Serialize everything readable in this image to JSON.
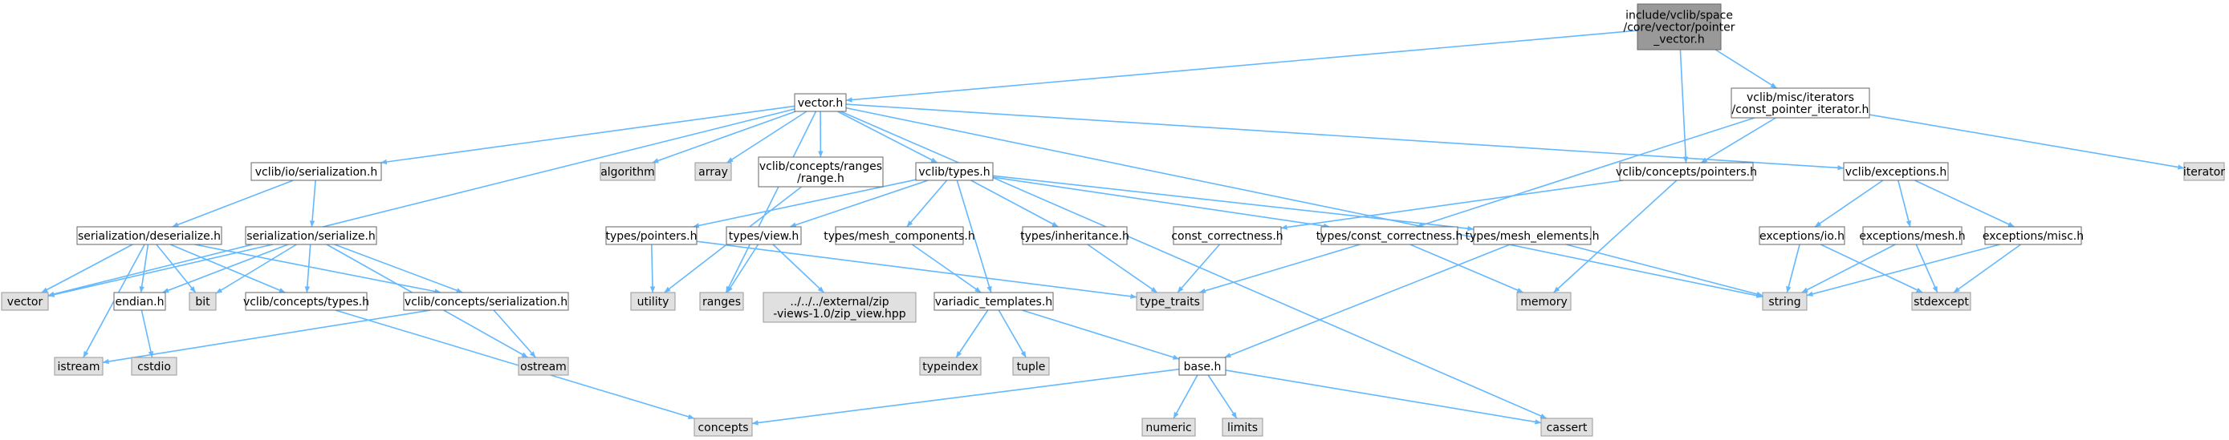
{
  "graph": {
    "colors": {
      "edge": "#63b8ff",
      "node_border": "#666666",
      "node_fill": "#ffffff",
      "root_fill": "#999999",
      "system_fill": "#e0e0e0",
      "system_border": "#999999"
    },
    "nodes": [
      {
        "id": "root",
        "kind": "root",
        "lines": [
          "include/vclib/space",
          "/core/vector/pointer",
          "_vector.h"
        ]
      },
      {
        "id": "vector_h",
        "kind": "file",
        "lines": [
          "vector.h"
        ]
      },
      {
        "id": "const_ptr_iter",
        "kind": "file",
        "lines": [
          "vclib/misc/iterators",
          "/const_pointer_iterator.h"
        ]
      },
      {
        "id": "iterator",
        "kind": "system",
        "lines": [
          "iterator"
        ]
      },
      {
        "id": "io_serialization",
        "kind": "file",
        "lines": [
          "vclib/io/serialization.h"
        ]
      },
      {
        "id": "algorithm",
        "kind": "system",
        "lines": [
          "algorithm"
        ]
      },
      {
        "id": "array",
        "kind": "system",
        "lines": [
          "array"
        ]
      },
      {
        "id": "concepts_ranges_range",
        "kind": "file",
        "lines": [
          "vclib/concepts/ranges",
          "/range.h"
        ]
      },
      {
        "id": "vclib_types",
        "kind": "file",
        "lines": [
          "vclib/types.h"
        ]
      },
      {
        "id": "concepts_pointers",
        "kind": "file",
        "lines": [
          "vclib/concepts/pointers.h"
        ]
      },
      {
        "id": "vclib_exceptions",
        "kind": "file",
        "lines": [
          "vclib/exceptions.h"
        ]
      },
      {
        "id": "ser_deserialize",
        "kind": "file",
        "lines": [
          "serialization/deserialize.h"
        ]
      },
      {
        "id": "ser_serialize",
        "kind": "file",
        "lines": [
          "serialization/serialize.h"
        ]
      },
      {
        "id": "types_pointers",
        "kind": "file",
        "lines": [
          "types/pointers.h"
        ]
      },
      {
        "id": "types_view",
        "kind": "file",
        "lines": [
          "types/view.h"
        ]
      },
      {
        "id": "types_mesh_components",
        "kind": "file",
        "lines": [
          "types/mesh_components.h"
        ]
      },
      {
        "id": "types_inheritance",
        "kind": "file",
        "lines": [
          "types/inheritance.h"
        ]
      },
      {
        "id": "const_correctness",
        "kind": "file",
        "lines": [
          "const_correctness.h"
        ]
      },
      {
        "id": "types_const_correctness",
        "kind": "file",
        "lines": [
          "types/const_correctness.h"
        ]
      },
      {
        "id": "types_mesh_elements",
        "kind": "file",
        "lines": [
          "types/mesh_elements.h"
        ]
      },
      {
        "id": "exceptions_io",
        "kind": "file",
        "lines": [
          "exceptions/io.h"
        ]
      },
      {
        "id": "exceptions_mesh",
        "kind": "file",
        "lines": [
          "exceptions/mesh.h"
        ]
      },
      {
        "id": "exceptions_misc",
        "kind": "file",
        "lines": [
          "exceptions/misc.h"
        ]
      },
      {
        "id": "vector",
        "kind": "system",
        "lines": [
          "vector"
        ]
      },
      {
        "id": "endian_h",
        "kind": "file",
        "lines": [
          "endian.h"
        ]
      },
      {
        "id": "bit",
        "kind": "system",
        "lines": [
          "bit"
        ]
      },
      {
        "id": "concepts_types",
        "kind": "file",
        "lines": [
          "vclib/concepts/types.h"
        ]
      },
      {
        "id": "concepts_serialization",
        "kind": "file",
        "lines": [
          "vclib/concepts/serialization.h"
        ]
      },
      {
        "id": "utility",
        "kind": "system",
        "lines": [
          "utility"
        ]
      },
      {
        "id": "ranges",
        "kind": "system",
        "lines": [
          "ranges"
        ]
      },
      {
        "id": "zip_view",
        "kind": "system",
        "lines": [
          "../../../external/zip",
          "-views-1.0/zip_view.hpp"
        ]
      },
      {
        "id": "variadic_templates",
        "kind": "file",
        "lines": [
          "variadic_templates.h"
        ]
      },
      {
        "id": "type_traits",
        "kind": "system",
        "lines": [
          "type_traits"
        ]
      },
      {
        "id": "memory",
        "kind": "system",
        "lines": [
          "memory"
        ]
      },
      {
        "id": "string",
        "kind": "system",
        "lines": [
          "string"
        ]
      },
      {
        "id": "stdexcept",
        "kind": "system",
        "lines": [
          "stdexcept"
        ]
      },
      {
        "id": "istream",
        "kind": "system",
        "lines": [
          "istream"
        ]
      },
      {
        "id": "cstdio",
        "kind": "system",
        "lines": [
          "cstdio"
        ]
      },
      {
        "id": "ostream",
        "kind": "system",
        "lines": [
          "ostream"
        ]
      },
      {
        "id": "typeindex",
        "kind": "system",
        "lines": [
          "typeindex"
        ]
      },
      {
        "id": "tuple",
        "kind": "system",
        "lines": [
          "tuple"
        ]
      },
      {
        "id": "base_h",
        "kind": "file",
        "lines": [
          "base.h"
        ]
      },
      {
        "id": "concepts",
        "kind": "system",
        "lines": [
          "concepts"
        ]
      },
      {
        "id": "numeric",
        "kind": "system",
        "lines": [
          "numeric"
        ]
      },
      {
        "id": "limits",
        "kind": "system",
        "lines": [
          "limits"
        ]
      },
      {
        "id": "cassert",
        "kind": "system",
        "lines": [
          "cassert"
        ]
      }
    ],
    "edges": [
      [
        "root",
        "vector_h"
      ],
      [
        "root",
        "concepts_pointers"
      ],
      [
        "root",
        "const_ptr_iter"
      ],
      [
        "const_ptr_iter",
        "concepts_pointers"
      ],
      [
        "const_ptr_iter",
        "types_const_correctness"
      ],
      [
        "const_ptr_iter",
        "iterator"
      ],
      [
        "vector_h",
        "vector"
      ],
      [
        "vector_h",
        "io_serialization"
      ],
      [
        "vector_h",
        "ranges"
      ],
      [
        "vector_h",
        "algorithm"
      ],
      [
        "vector_h",
        "array"
      ],
      [
        "vector_h",
        "concepts_ranges_range"
      ],
      [
        "vector_h",
        "vclib_types"
      ],
      [
        "vector_h",
        "string"
      ],
      [
        "vector_h",
        "vclib_exceptions"
      ],
      [
        "vector_h",
        "cassert"
      ],
      [
        "io_serialization",
        "ser_deserialize"
      ],
      [
        "io_serialization",
        "ser_serialize"
      ],
      [
        "concepts_ranges_range",
        "utility"
      ],
      [
        "vclib_types",
        "types_pointers"
      ],
      [
        "vclib_types",
        "types_view"
      ],
      [
        "vclib_types",
        "types_mesh_components"
      ],
      [
        "vclib_types",
        "variadic_templates"
      ],
      [
        "vclib_types",
        "types_inheritance"
      ],
      [
        "vclib_types",
        "types_const_correctness"
      ],
      [
        "vclib_types",
        "types_mesh_elements"
      ],
      [
        "concepts_pointers",
        "const_correctness"
      ],
      [
        "concepts_pointers",
        "memory"
      ],
      [
        "vclib_exceptions",
        "exceptions_io"
      ],
      [
        "vclib_exceptions",
        "exceptions_mesh"
      ],
      [
        "vclib_exceptions",
        "exceptions_misc"
      ],
      [
        "ser_deserialize",
        "vector"
      ],
      [
        "ser_deserialize",
        "istream"
      ],
      [
        "ser_deserialize",
        "endian_h"
      ],
      [
        "ser_deserialize",
        "bit"
      ],
      [
        "ser_deserialize",
        "concepts_types"
      ],
      [
        "ser_deserialize",
        "concepts_serialization"
      ],
      [
        "ser_serialize",
        "vector"
      ],
      [
        "ser_serialize",
        "endian_h"
      ],
      [
        "ser_serialize",
        "bit"
      ],
      [
        "ser_serialize",
        "concepts_types"
      ],
      [
        "ser_serialize",
        "concepts_serialization"
      ],
      [
        "ser_serialize",
        "ostream"
      ],
      [
        "endian_h",
        "cstdio"
      ],
      [
        "concepts_types",
        "concepts"
      ],
      [
        "concepts_serialization",
        "istream"
      ],
      [
        "concepts_serialization",
        "ostream"
      ],
      [
        "types_pointers",
        "utility"
      ],
      [
        "types_pointers",
        "type_traits"
      ],
      [
        "types_view",
        "ranges"
      ],
      [
        "types_view",
        "zip_view"
      ],
      [
        "types_mesh_components",
        "variadic_templates"
      ],
      [
        "types_inheritance",
        "type_traits"
      ],
      [
        "const_correctness",
        "type_traits"
      ],
      [
        "types_const_correctness",
        "type_traits"
      ],
      [
        "types_const_correctness",
        "memory"
      ],
      [
        "types_mesh_elements",
        "string"
      ],
      [
        "types_mesh_elements",
        "base_h"
      ],
      [
        "variadic_templates",
        "typeindex"
      ],
      [
        "variadic_templates",
        "tuple"
      ],
      [
        "variadic_templates",
        "base_h"
      ],
      [
        "base_h",
        "concepts"
      ],
      [
        "base_h",
        "numeric"
      ],
      [
        "base_h",
        "limits"
      ],
      [
        "base_h",
        "cassert"
      ],
      [
        "exceptions_io",
        "string"
      ],
      [
        "exceptions_io",
        "stdexcept"
      ],
      [
        "exceptions_mesh",
        "string"
      ],
      [
        "exceptions_mesh",
        "stdexcept"
      ],
      [
        "exceptions_misc",
        "string"
      ],
      [
        "exceptions_misc",
        "stdexcept"
      ]
    ]
  }
}
